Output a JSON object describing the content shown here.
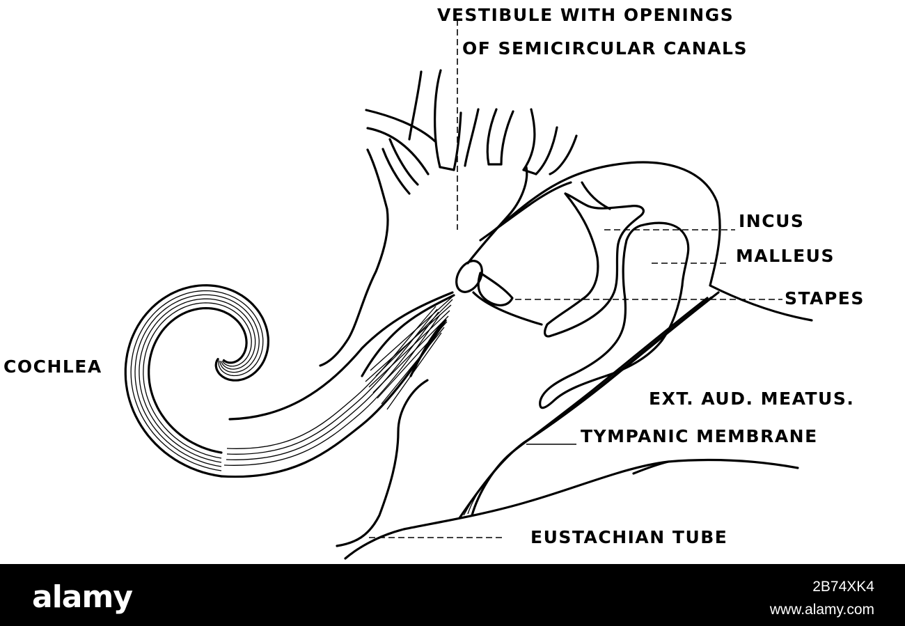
{
  "labels": {
    "vestibule_line1": "VESTIBULE WITH OPENINGS",
    "vestibule_line2": "OF SEMICIRCULAR CANALS",
    "incus": "INCUS",
    "malleus": "MALLEUS",
    "stapes": "STAPES",
    "cochlea": "COCHLEA",
    "ext_aud_meatus": "EXT. AUD. MEATUS.",
    "tympanic_membrane": "TYMPANIC MEMBRANE",
    "eustachian_tube": "EUSTACHIAN TUBE"
  },
  "watermark": {
    "logo": "alamy",
    "image_id": "2B74XK4",
    "site": "www.alamy.com"
  },
  "colors": {
    "ink": "#000000",
    "paper": "#ffffff",
    "bar": "#000000"
  }
}
